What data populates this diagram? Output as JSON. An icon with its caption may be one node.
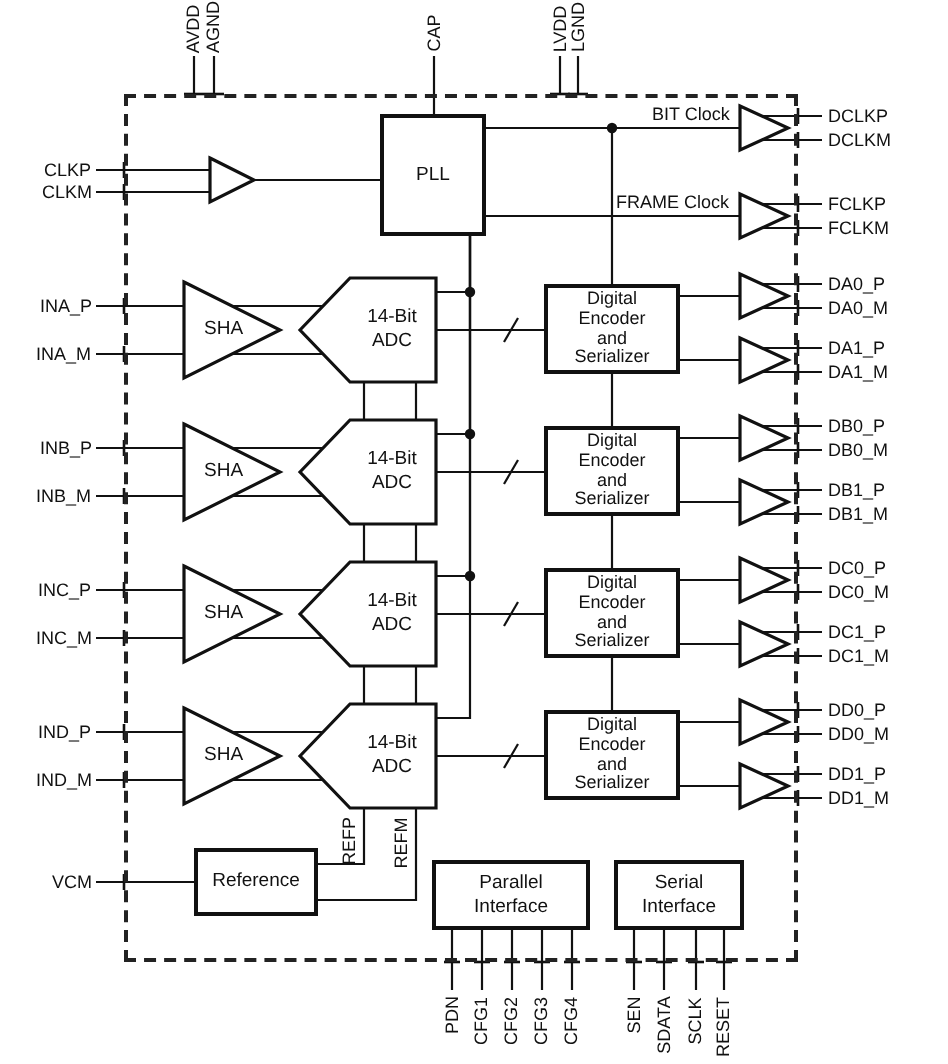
{
  "diagram": {
    "nodes": [
      {
        "text": [],
        "shape": "box"
      },
      {
        "text": [
          "AVDD"
        ]
      },
      {
        "text": [
          "AGND"
        ]
      },
      {
        "text": [
          "CAP"
        ]
      },
      {
        "text": [
          "LVDD"
        ]
      },
      {
        "text": [
          "LGND"
        ]
      },
      {
        "text": [
          "PLL"
        ],
        "in": 0
      },
      {
        "text": [],
        "shape": "triangle",
        "in": 0
      },
      {
        "text": [
          "DCLKP"
        ]
      },
      {
        "text": [
          "DCLKM"
        ]
      },
      {
        "text": [
          "CLKP"
        ]
      },
      {
        "text": [
          "CLKM"
        ]
      },
      {
        "text": [],
        "shape": "triangle",
        "in": 0
      },
      {
        "text": [],
        "shape": "triangle",
        "in": 0
      },
      {
        "text": [
          "FCLKP"
        ]
      },
      {
        "text": [
          "FCLKM"
        ]
      },
      {
        "text": [
          "INA_P"
        ]
      },
      {
        "text": [
          "INA_M"
        ]
      },
      {
        "text": [
          "SHA"
        ],
        "in": 0
      },
      {
        "text": [
          "14-Bit ADC"
        ],
        "in": 0
      },
      {
        "text": [
          "Digital Encoder and Serializer"
        ],
        "in": 0
      },
      {
        "text": [],
        "shape": "triangle",
        "in": 0
      },
      {
        "text": [
          "DA0_P"
        ]
      },
      {
        "text": [
          "DA0_M"
        ]
      },
      {
        "text": [],
        "shape": "triangle",
        "in": 0
      },
      {
        "text": [
          "DA1_P"
        ]
      },
      {
        "text": [
          "DA1_M"
        ]
      },
      {
        "text": [
          "INB_P"
        ]
      },
      {
        "text": [
          "INB_M"
        ]
      },
      {
        "text": [
          "SHA"
        ],
        "in": 0
      },
      {
        "text": [
          "14-Bit ADC"
        ],
        "in": 0
      },
      {
        "text": [
          "Digital Encoder and Serializer"
        ],
        "in": 0
      },
      {
        "text": [],
        "shape": "triangle",
        "in": 0
      },
      {
        "text": [
          "DB0_P"
        ]
      },
      {
        "text": [
          "DB0_M"
        ]
      },
      {
        "text": [],
        "shape": "triangle",
        "in": 0
      },
      {
        "text": [
          "DB1_P"
        ]
      },
      {
        "text": [
          "DB1_M"
        ]
      },
      {
        "text": [
          "INC_P"
        ]
      },
      {
        "text": [
          "INC_M"
        ]
      },
      {
        "text": [
          "SHA"
        ],
        "in": 0
      },
      {
        "text": [
          "14-Bit ADC"
        ],
        "in": 0
      },
      {
        "text": [
          "Digital Encoder and Serializer"
        ],
        "in": 0
      },
      {
        "text": [],
        "shape": "triangle",
        "in": 0
      },
      {
        "text": [
          "DC0_P"
        ]
      },
      {
        "text": [
          "DC0_M"
        ]
      },
      {
        "text": [],
        "shape": "triangle",
        "in": 0
      },
      {
        "text": [
          "DC1_P"
        ]
      },
      {
        "text": [
          "DC1_M"
        ]
      },
      {
        "text": [
          "IND_P"
        ]
      },
      {
        "text": [
          "IND_M"
        ]
      },
      {
        "text": [
          "SHA"
        ],
        "in": 0
      },
      {
        "text": [
          "14-Bit ADC"
        ],
        "in": 0
      },
      {
        "text": [
          "Digital Encoder and Serializer"
        ],
        "in": 0
      },
      {
        "text": [],
        "shape": "triangle",
        "in": 0
      },
      {
        "text": [
          "DD0_P"
        ]
      },
      {
        "text": [
          "DD0_M"
        ]
      },
      {
        "text": [],
        "shape": "triangle",
        "in": 0
      },
      {
        "text": [
          "DD1_P"
        ]
      },
      {
        "text": [
          "DD1_M"
        ]
      },
      {
        "text": [
          "VCM"
        ]
      },
      {
        "text": [
          "Reference"
        ],
        "in": 0
      },
      {
        "text": [
          "Parallel Interface"
        ],
        "in": 0
      },
      {
        "text": [
          "Serial Interface"
        ],
        "in": 0
      },
      {
        "text": [
          "PDN"
        ]
      },
      {
        "text": [
          "CFG1"
        ]
      },
      {
        "text": [
          "CFG2"
        ]
      },
      {
        "text": [
          "CFG3"
        ]
      },
      {
        "text": [
          "CFG4"
        ]
      },
      {
        "text": [
          "SEN"
        ]
      },
      {
        "text": [
          "SDATA"
        ]
      },
      {
        "text": [
          "SCLK"
        ]
      },
      {
        "text": [
          "RESET"
        ]
      }
    ],
    "edges": [
      {
        "from": 1,
        "to": 0,
        "arrow": "none"
      },
      {
        "from": 2,
        "to": 0,
        "arrow": "none"
      },
      {
        "from": 3,
        "to": 6,
        "arrow": "none"
      },
      {
        "from": 4,
        "to": 0,
        "arrow": "none"
      },
      {
        "from": 5,
        "to": 0,
        "arrow": "none"
      },
      {
        "from": 10,
        "to": 12,
        "arrow": "none"
      },
      {
        "from": 11,
        "to": 12,
        "arrow": "none"
      },
      {
        "from": 12,
        "to": 6,
        "arrow": "none"
      },
      {
        "from": 6,
        "to": 7,
        "arrow": "none",
        "label": "BIT Clock"
      },
      {
        "from": 7,
        "to": 8,
        "arrow": "none"
      },
      {
        "from": 7,
        "to": 9,
        "arrow": "none"
      },
      {
        "from": 6,
        "to": 13,
        "arrow": "none",
        "label": "FRAME Clock"
      },
      {
        "from": 13,
        "to": 14,
        "arrow": "none"
      },
      {
        "from": 13,
        "to": 15,
        "arrow": "none"
      },
      {
        "from": 16,
        "to": 18,
        "arrow": "none"
      },
      {
        "from": 17,
        "to": 18,
        "arrow": "none"
      },
      {
        "from": 18,
        "to": 19,
        "arrow": "none"
      },
      {
        "from": 19,
        "to": 20,
        "arrow": "none"
      },
      {
        "from": 20,
        "to": 21,
        "arrow": "none"
      },
      {
        "from": 21,
        "to": 22,
        "arrow": "none"
      },
      {
        "from": 21,
        "to": 23,
        "arrow": "none"
      },
      {
        "from": 20,
        "to": 24,
        "arrow": "none"
      },
      {
        "from": 24,
        "to": 25,
        "arrow": "none"
      },
      {
        "from": 24,
        "to": 26,
        "arrow": "none"
      },
      {
        "from": 6,
        "to": 19,
        "arrow": "none"
      },
      {
        "from": 6,
        "to": 20,
        "arrow": "none"
      },
      {
        "from": 27,
        "to": 29,
        "arrow": "none"
      },
      {
        "from": 28,
        "to": 29,
        "arrow": "none"
      },
      {
        "from": 29,
        "to": 30,
        "arrow": "none"
      },
      {
        "from": 30,
        "to": 31,
        "arrow": "none"
      },
      {
        "from": 31,
        "to": 32,
        "arrow": "none"
      },
      {
        "from": 32,
        "to": 33,
        "arrow": "none"
      },
      {
        "from": 32,
        "to": 34,
        "arrow": "none"
      },
      {
        "from": 31,
        "to": 35,
        "arrow": "none"
      },
      {
        "from": 35,
        "to": 36,
        "arrow": "none"
      },
      {
        "from": 35,
        "to": 37,
        "arrow": "none"
      },
      {
        "from": 6,
        "to": 30,
        "arrow": "none"
      },
      {
        "from": 20,
        "to": 31,
        "arrow": "none"
      },
      {
        "from": 19,
        "to": 30,
        "arrow": "none"
      },
      {
        "from": 38,
        "to": 40,
        "arrow": "none"
      },
      {
        "from": 39,
        "to": 40,
        "arrow": "none"
      },
      {
        "from": 40,
        "to": 41,
        "arrow": "none"
      },
      {
        "from": 41,
        "to": 42,
        "arrow": "none"
      },
      {
        "from": 42,
        "to": 43,
        "arrow": "none"
      },
      {
        "from": 43,
        "to": 44,
        "arrow": "none"
      },
      {
        "from": 43,
        "to": 45,
        "arrow": "none"
      },
      {
        "from": 42,
        "to": 46,
        "arrow": "none"
      },
      {
        "from": 46,
        "to": 47,
        "arrow": "none"
      },
      {
        "from": 46,
        "to": 48,
        "arrow": "none"
      },
      {
        "from": 6,
        "to": 41,
        "arrow": "none"
      },
      {
        "from": 31,
        "to": 42,
        "arrow": "none"
      },
      {
        "from": 30,
        "to": 41,
        "arrow": "none"
      },
      {
        "from": 49,
        "to": 51,
        "arrow": "none"
      },
      {
        "from": 50,
        "to": 51,
        "arrow": "none"
      },
      {
        "from": 51,
        "to": 52,
        "arrow": "none"
      },
      {
        "from": 52,
        "to": 53,
        "arrow": "none"
      },
      {
        "from": 53,
        "to": 54,
        "arrow": "none"
      },
      {
        "from": 54,
        "to": 55,
        "arrow": "none"
      },
      {
        "from": 54,
        "to": 56,
        "arrow": "none"
      },
      {
        "from": 53,
        "to": 57,
        "arrow": "none"
      },
      {
        "from": 57,
        "to": 58,
        "arrow": "none"
      },
      {
        "from": 57,
        "to": 59,
        "arrow": "none"
      },
      {
        "from": 6,
        "to": 52,
        "arrow": "none"
      },
      {
        "from": 42,
        "to": 53,
        "arrow": "none"
      },
      {
        "from": 41,
        "to": 52,
        "arrow": "none"
      },
      {
        "from": 60,
        "to": 61,
        "arrow": "none"
      },
      {
        "from": 52,
        "to": 61,
        "arrow": "none",
        "label": "REFP"
      },
      {
        "from": 52,
        "to": 61,
        "arrow": "none",
        "label": "REFM"
      },
      {
        "from": 62,
        "to": 64,
        "arrow": "none"
      },
      {
        "from": 62,
        "to": 65,
        "arrow": "none"
      },
      {
        "from": 62,
        "to": 66,
        "arrow": "none"
      },
      {
        "from": 62,
        "to": 67,
        "arrow": "none"
      },
      {
        "from": 62,
        "to": 68,
        "arrow": "none"
      },
      {
        "from": 63,
        "to": 69,
        "arrow": "none"
      },
      {
        "from": 63,
        "to": 70,
        "arrow": "none"
      },
      {
        "from": 63,
        "to": 71,
        "arrow": "none"
      },
      {
        "from": 63,
        "to": 72,
        "arrow": "none"
      }
    ]
  }
}
